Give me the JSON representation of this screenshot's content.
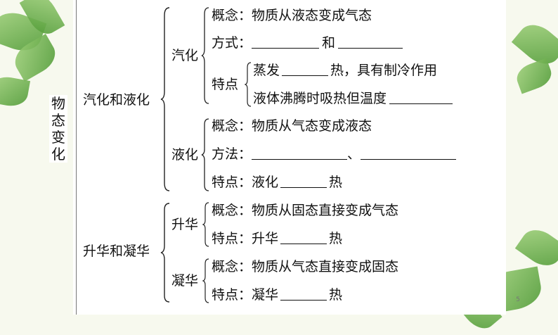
{
  "title_vertical": "物态变化",
  "vaporization_liquefaction": "汽化和液化",
  "sublimation_desublimation": "升华和凝华",
  "vaporization": {
    "label": "汽化",
    "concept": "概念：物质从液态变成气态",
    "method_prefix": "方式：",
    "method_and": "和",
    "feature_label": "特点",
    "evap_prefix": "蒸发",
    "evap_suffix": "热，具有制冷作用",
    "boiling": "液体沸腾时吸热但温度"
  },
  "liquefaction": {
    "label": "液化",
    "concept": "概念：物质从气态变成液态",
    "method_prefix": "方法：",
    "method_sep": "、",
    "feature_prefix": "特点：液化",
    "feature_suffix": "热"
  },
  "sublimation": {
    "label": "升华",
    "concept": "概念：物质从固态直接变成气态",
    "feature_prefix": "特点：升华",
    "feature_suffix": "热"
  },
  "desublimation": {
    "label": "凝华",
    "concept": "概念：物质从气态直接变成固态",
    "feature_prefix": "特点：凝华",
    "feature_suffix": "热"
  },
  "page_number": "5"
}
